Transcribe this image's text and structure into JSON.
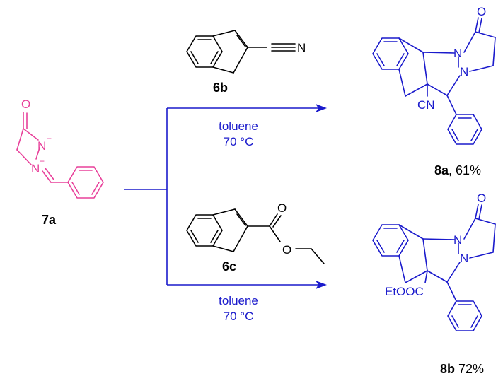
{
  "colors": {
    "reactant": "#e8409a",
    "arrow": "#1a1acc",
    "product": "#1a1acc",
    "reagent": "#000000",
    "text": "#000000"
  },
  "reactant_7a": {
    "label": "7a",
    "atoms": {
      "oxygen": "O",
      "n_minus": "N",
      "minus": "−",
      "n_plus": "N",
      "plus": "+"
    }
  },
  "reagent_6b": {
    "label": "6b",
    "nitrile_n": "N"
  },
  "reagent_6c": {
    "label": "6c",
    "carbonyl_o": "O",
    "ester_o": "O"
  },
  "conditions": {
    "top": {
      "solvent": "toluene",
      "temperature": "70 °C"
    },
    "bottom": {
      "solvent": "toluene",
      "temperature": "70 °C"
    }
  },
  "product_8a": {
    "label": "8a",
    "yield": ", 61%",
    "atoms": {
      "oxygen": "O",
      "n1": "N",
      "n2": "N",
      "substituent": "CN"
    }
  },
  "product_8b": {
    "label": "8b",
    "yield": " 72%",
    "atoms": {
      "oxygen": "O",
      "n1": "N",
      "n2": "N",
      "substituent": "EtOOC"
    }
  }
}
